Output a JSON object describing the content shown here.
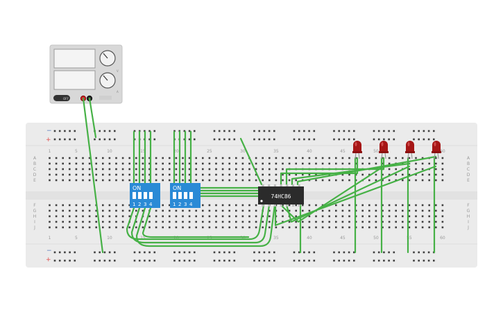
{
  "breadboard": {
    "column_numbers": [
      "1",
      "5",
      "10",
      "15",
      "20",
      "25",
      "30",
      "35",
      "40",
      "45",
      "50",
      "55",
      "60"
    ],
    "row_letters_top": [
      "A",
      "B",
      "C",
      "D",
      "E"
    ],
    "row_letters_bottom": [
      "F",
      "G",
      "H",
      "I",
      "J"
    ],
    "rail_plus": "+",
    "rail_minus": "−",
    "colors": {
      "board": "#ebebeb",
      "hole": "#3e3e3e",
      "plus": "#e05050",
      "minus": "#5577bb"
    }
  },
  "power_supply": {
    "button_label": "OFF",
    "knob_labels": [
      "V",
      "A"
    ],
    "colors": {
      "body": "#d8d8d8",
      "screen": "#f4f4f4"
    }
  },
  "dip_switches": [
    {
      "on_label": "ON",
      "numbers": [
        "1",
        "2",
        "3",
        "4"
      ]
    },
    {
      "on_label": "ON",
      "numbers": [
        "1",
        "2",
        "3",
        "4"
      ]
    }
  ],
  "ic_chip": {
    "label": "74HC86",
    "color": "#2b2b2b"
  },
  "leds": {
    "count": 4,
    "color": "#a61616"
  },
  "wire_color": "#46b146"
}
